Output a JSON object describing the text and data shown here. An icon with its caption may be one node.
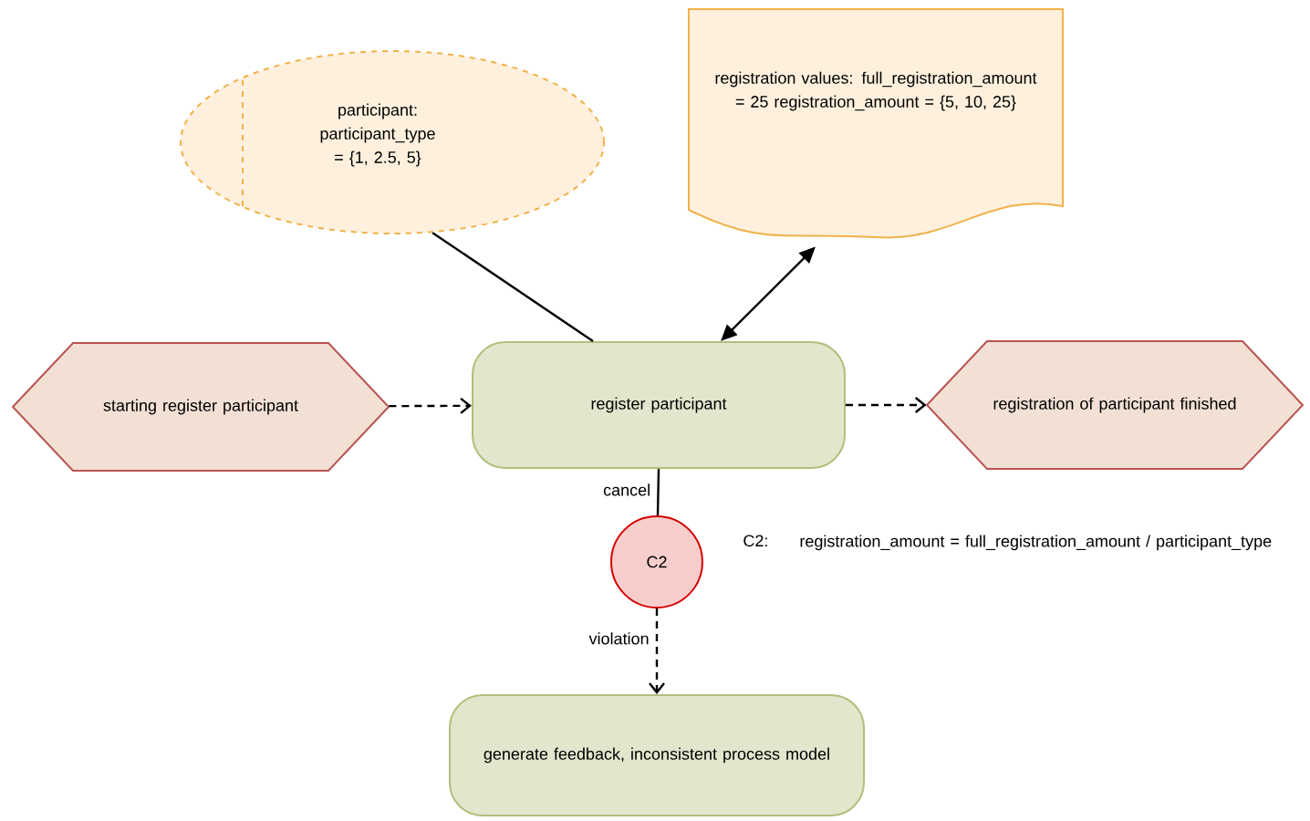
{
  "diagram": {
    "nodes": [
      {
        "text": [
          "participant: participant_type = {1, 2.5, 5}"
        ]
      },
      {
        "text": [
          "registration values: full_registration_amount = 25 registration_amount = {5, 10, 25}"
        ]
      },
      {
        "text": [
          "starting register participant"
        ]
      },
      {
        "text": [
          "register participant"
        ]
      },
      {
        "text": [
          "registration of participant finished"
        ]
      },
      {
        "text": [
          "C2"
        ],
        "beside": [
          "C2:",
          "registration_amount = full_registration_amount / participant_type"
        ]
      },
      {
        "text": [
          "generate feedback, inconsistent process model"
        ]
      }
    ],
    "edges": [
      {
        "from": 0,
        "to": 3,
        "arrow": "none"
      },
      {
        "from": 3,
        "to": 1,
        "arrow": "both"
      },
      {
        "from": 2,
        "to": 3,
        "arrow": "to",
        "style": "dashed"
      },
      {
        "from": 3,
        "to": 4,
        "arrow": "to",
        "style": "dashed"
      },
      {
        "from": 3,
        "to": 5,
        "arrow": "none",
        "label": "cancel"
      },
      {
        "from": 5,
        "to": 6,
        "arrow": "to",
        "style": "dashed",
        "label": "violation"
      }
    ]
  }
}
